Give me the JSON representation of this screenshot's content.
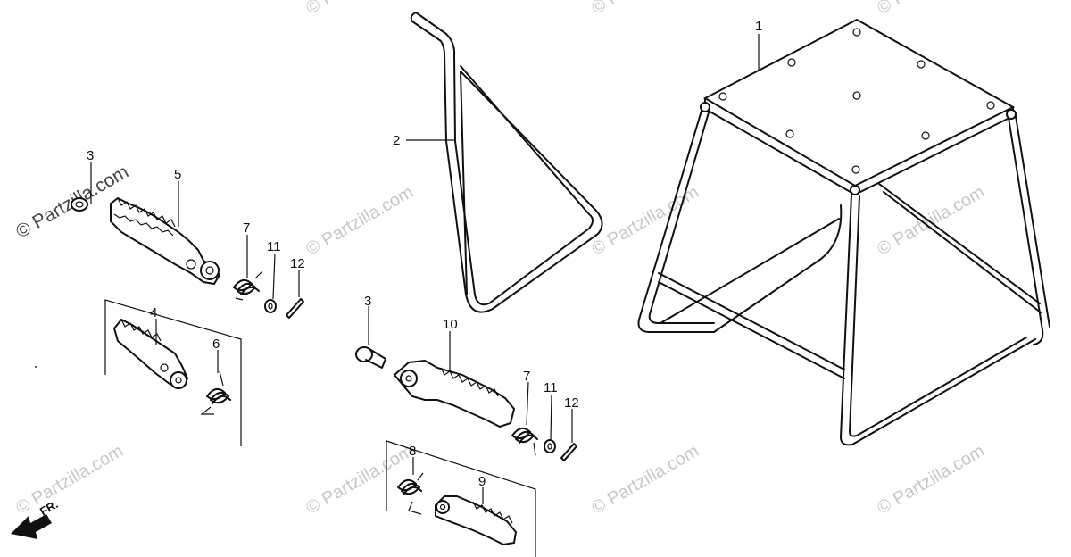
{
  "watermark_text": "© Partzilla.com",
  "direction_label": "FR.",
  "callouts": {
    "stand": "1",
    "side_stand": "2",
    "bolt_left": "3",
    "bolt_right": "3",
    "step_left_rear": "4",
    "step_left_front": "5",
    "spring_6": "6",
    "spring_left": "7",
    "spring_right": "7",
    "spring_8": "8",
    "step_9": "9",
    "step_10": "10",
    "washer_left": "11",
    "washer_right": "11",
    "pin_left": "12",
    "pin_right": "12"
  }
}
